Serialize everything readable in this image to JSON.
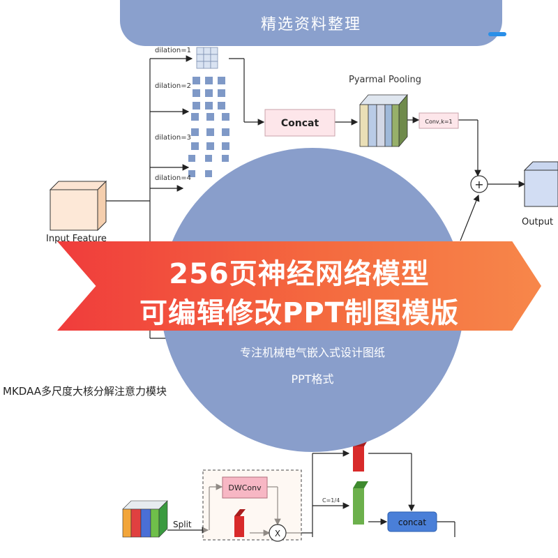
{
  "header": {
    "label": "精选资料整理"
  },
  "banner": {
    "line1": "256页神经网络模型",
    "line2": "可编辑修改PPT制图模版"
  },
  "subtitle": {
    "line1": "专注机械电气嵌入式设计图纸",
    "line2": "PPT格式"
  },
  "diagram_top": {
    "dilations": [
      "dilation=1",
      "dilation=2",
      "dilation=3",
      "dilation=4"
    ],
    "concat": "Concat",
    "pooling": "Pyarmal Pooling",
    "conv": "Conv,k=1",
    "plus": "+",
    "input": "Input Feature",
    "output": "Output"
  },
  "caption": "MKDAA多尺度大核分解注意力模块",
  "diagram_bottom": {
    "split": "Split",
    "dwconv": "DWConv",
    "multiply": "X",
    "ratio": "C=1/4",
    "concat": "concat"
  },
  "colors": {
    "pill": "#8aa0cd",
    "circle": "#899ecb",
    "banner_start": "#f03c3c",
    "banner_end": "#f7874a"
  }
}
